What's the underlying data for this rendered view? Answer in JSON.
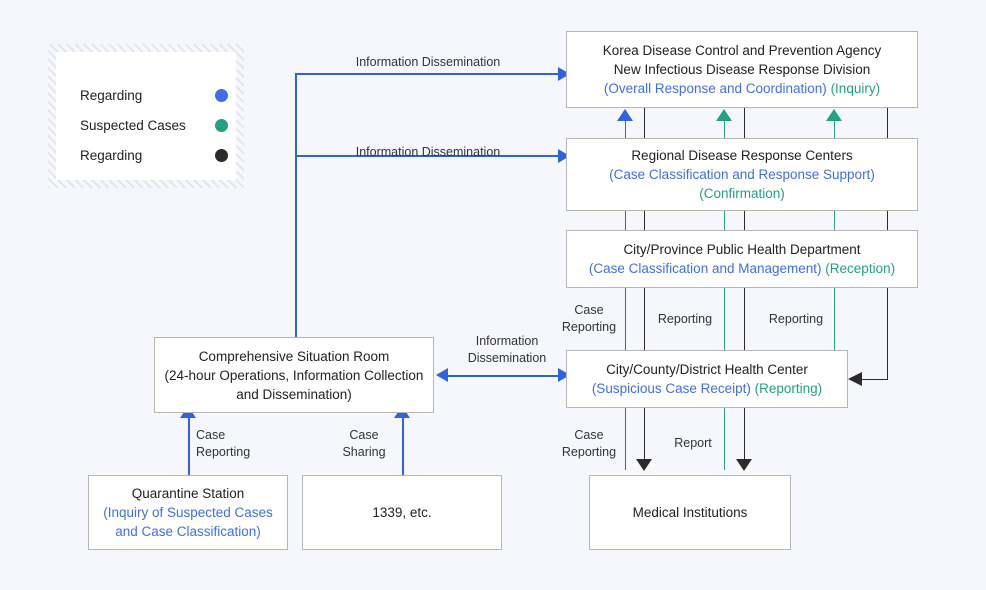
{
  "legend": {
    "items": [
      {
        "label": "Regarding",
        "color": "#3f6fe8",
        "dot": "blue-dot"
      },
      {
        "label": "Suspected Cases",
        "color": "#23a184",
        "dot": "teal-dot"
      },
      {
        "label": "Regarding",
        "color": "#2b2b2b",
        "dot": "black-dot"
      }
    ]
  },
  "nodes": {
    "kdca": {
      "line1": "Korea Disease Control and Prevention Agency",
      "line2": "New Infectious Disease Response Division",
      "line3_blue": "(Overall Response and Coordination)",
      "line3_teal": "(Inquiry)"
    },
    "regional": {
      "line1": "Regional Disease Response Centers",
      "line2_blue": "(Case Classification and Response Support)",
      "line3_teal": "(Confirmation)"
    },
    "province": {
      "line1": "City/Province Public Health Department",
      "line2_blue": "(Case Classification and Management)",
      "line2_teal": "(Reception)"
    },
    "healthcenter": {
      "line1": "City/County/District Health Center",
      "line2_blue": "(Suspicious Case Receipt)",
      "line2_teal": "(Reporting)"
    },
    "medical": {
      "line1": "Medical Institutions"
    },
    "situation_room": {
      "line1": "Comprehensive Situation Room",
      "line2": "(24-hour Operations, Information Collection",
      "line3": "and Dissemination)"
    },
    "quarantine": {
      "line1": "Quarantine Station",
      "line2_blue": "(Inquiry of Suspected Cases",
      "line3_blue": "and Case Classification)"
    },
    "hotline": {
      "line1": "1339, etc."
    }
  },
  "edges": {
    "info_dissem_top": "Information Dissemination",
    "info_dissem_mid": "Information Dissemination",
    "info_dissem_center": "Information\nDissemination",
    "case_reporting_upper": "Case\nReporting",
    "reporting_1": "Reporting",
    "reporting_2": "Reporting",
    "case_reporting_lower": "Case\nReporting",
    "report": "Report",
    "case_reporting_left": "Case\nReporting",
    "case_sharing": "Case\nSharing"
  },
  "colors": {
    "blue": "#2f62e0",
    "blue_text": "#3f6fe8",
    "teal": "#23a184",
    "black": "#2b2b2b",
    "background": "#f5f7fc",
    "box_border": "#b6b6b6"
  }
}
